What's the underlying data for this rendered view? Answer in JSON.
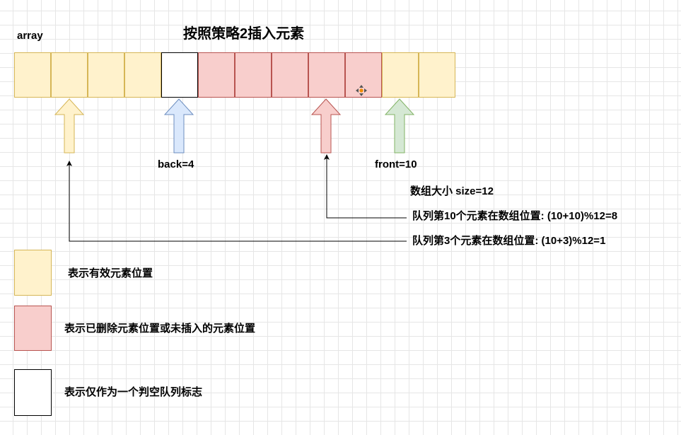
{
  "title": "按照策略2插入元素",
  "array_label": "array",
  "cells": [
    "valid",
    "valid",
    "valid",
    "valid",
    "empty",
    "deleted",
    "deleted",
    "deleted",
    "deleted",
    "deleted",
    "valid",
    "valid"
  ],
  "pointers": {
    "back": {
      "label": "back=4",
      "color": "blue"
    },
    "front": {
      "label": "front=10",
      "color": "green"
    },
    "tenth": {
      "color": "red"
    },
    "third": {
      "color": "yellow"
    }
  },
  "size_label": "数组大小 size=12",
  "annotations": [
    "队列第10个元素在数组位置: (10+10)%12=8",
    "队列第3个元素在数组位置: (10+3)%12=1"
  ],
  "legend": [
    {
      "kind": "valid",
      "text": "表示有效元素位置"
    },
    {
      "kind": "deleted",
      "text": "表示已删除元素位置或未插入的元素位置"
    },
    {
      "kind": "empty",
      "text": "表示仅作为一个判空队列标志"
    }
  ],
  "colors": {
    "valid_fill": "#fff2cc",
    "valid_stroke": "#d6b656",
    "deleted_fill": "#f8cecc",
    "deleted_stroke": "#b85450",
    "empty_fill": "#ffffff",
    "empty_stroke": "#000000",
    "blue_fill": "#dae8fc",
    "blue_stroke": "#6c8ebf",
    "green_fill": "#d5e8d4",
    "green_stroke": "#82b366"
  }
}
